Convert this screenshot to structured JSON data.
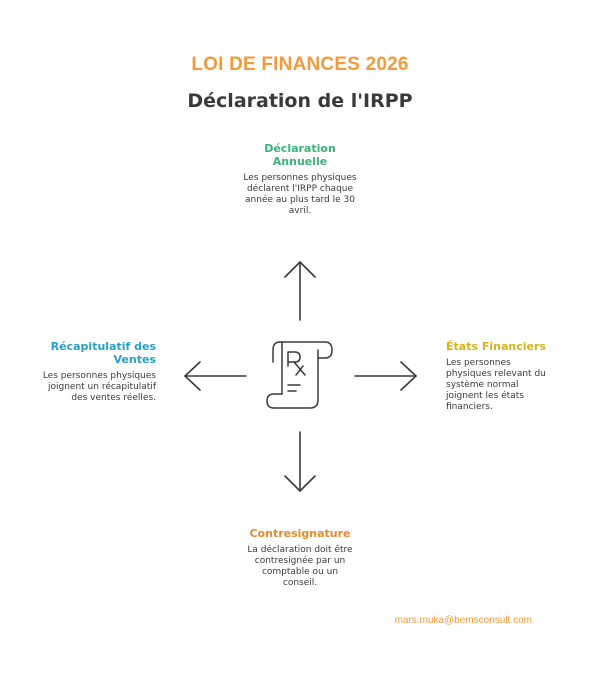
{
  "header": {
    "title": "LOI DE FINANCES 2026",
    "subtitle": "Déclaration de l'IRPP"
  },
  "nodes": {
    "top": {
      "heading_line1": "Déclaration",
      "heading_line2": "Annuelle",
      "text": "Les personnes physiques déclarent l'IRPP chaque année au plus tard le 30 avril.",
      "color": "#3ab27a"
    },
    "left": {
      "heading_line1": "Récapitulatif des",
      "heading_line2": "Ventes",
      "text": "Les personnes physiques joignent un récapitulatif des ventes réelles.",
      "color": "#2a9fc6"
    },
    "right": {
      "heading": "États Financiers",
      "text": "Les personnes physiques relevant du système normal joignent les états financiers.",
      "color": "#d6b21c"
    },
    "bottom": {
      "heading": "Contresignature",
      "text": "La déclaration doit être contresignée par un comptable ou un conseil.",
      "color": "#e58a2e"
    }
  },
  "center_icon": "prescription-scroll-icon",
  "footer": {
    "email": "mars.muka@bemsconsult.com"
  },
  "colors": {
    "accent": "#f39a3b",
    "text": "#3a3a3a"
  }
}
